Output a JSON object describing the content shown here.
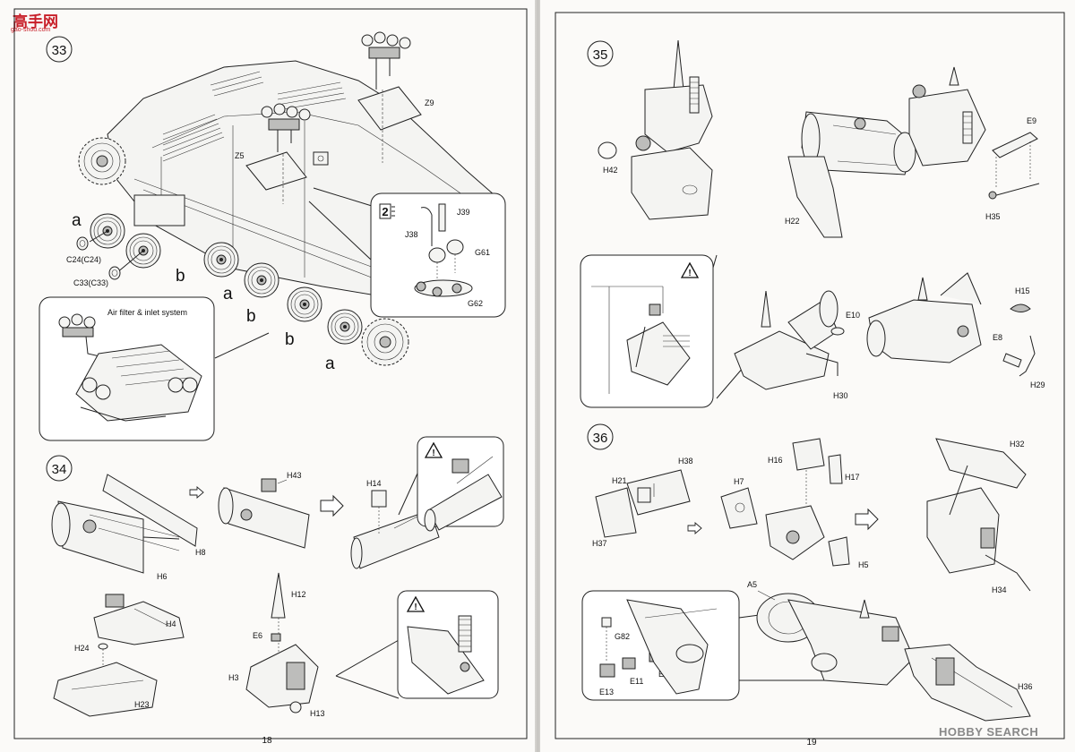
{
  "watermark": {
    "text": "高手网",
    "url": "gao-shou.com"
  },
  "left_page": {
    "number": "18",
    "steps": {
      "s33": {
        "number": "33",
        "labels": {
          "z9": "Z9",
          "z5": "Z5",
          "c24": "C24(C24)",
          "c33": "C33(C33)"
        },
        "wheel_letters": {
          "a1": "a",
          "b1": "b",
          "a2": "a",
          "b2": "b",
          "b3": "b",
          "a3": "a"
        },
        "inset": {
          "number": "2",
          "j39": "J39",
          "j38": "J38",
          "g61": "G61",
          "g62": "G62"
        },
        "air_filter_title": "Air filter & inlet system"
      },
      "s34": {
        "number": "34",
        "labels": {
          "h8": "H8",
          "h6": "H6",
          "h43": "H43",
          "h14": "H14",
          "h4": "H4",
          "h24": "H24",
          "h23": "H23",
          "h12": "H12",
          "e6": "E6",
          "h3": "H3",
          "h13": "H13"
        }
      }
    }
  },
  "right_page": {
    "number": "19",
    "steps": {
      "s35": {
        "number": "35",
        "labels": {
          "h42": "H42",
          "h22": "H22",
          "e9": "E9",
          "h35": "H35",
          "e10": "E10",
          "h30": "H30",
          "h15": "H15",
          "e8": "E8",
          "h29": "H29"
        }
      },
      "s36": {
        "number": "36",
        "labels": {
          "h38": "H38",
          "h21": "H21",
          "h37": "H37",
          "h7": "H7",
          "h16": "H16",
          "h17": "H17",
          "h5": "H5",
          "h32": "H32",
          "h34": "H34",
          "a5": "A5",
          "g82": "G82",
          "e13": "E13",
          "e11": "E11",
          "e12": "E12",
          "h36": "H36"
        }
      }
    }
  },
  "brand": {
    "text": "HOBBY SEARCH"
  },
  "icons": [
    "warning-triangle-icon",
    "arrow-right-icon",
    "hollow-double-arrow-icon"
  ]
}
